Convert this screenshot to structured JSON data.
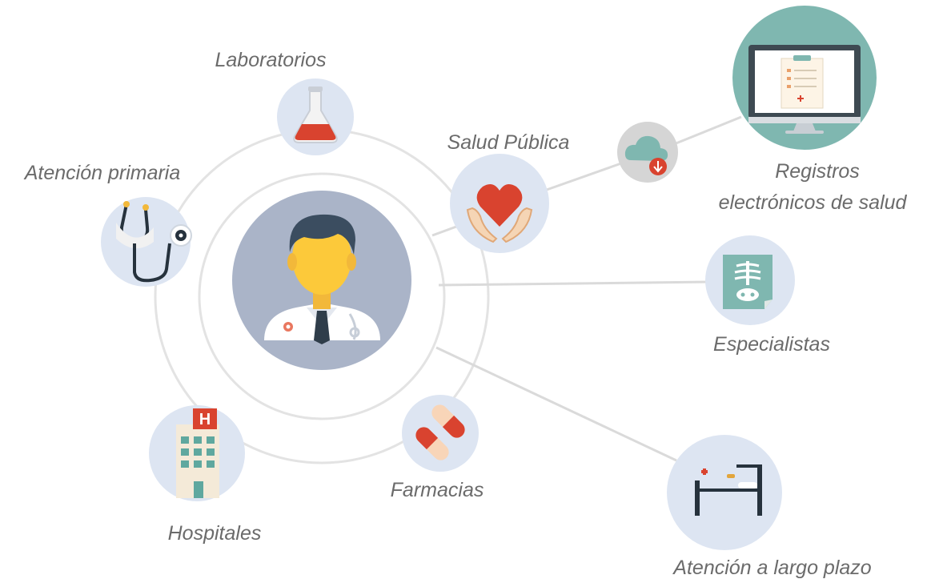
{
  "labels": {
    "laboratorios": "Laboratorios",
    "atencion_primaria": "Atención primaria",
    "salud_publica": "Salud Pública",
    "registros_line1": "Registros",
    "registros_line2": "electrónicos de salud",
    "especialistas": "Especialistas",
    "hospitales": "Hospitales",
    "farmacias": "Farmacias",
    "atencion_largo_plazo": "Atención a largo plazo"
  },
  "hospital_sign": "H",
  "colors": {
    "node_fill": "#dde5f2",
    "center_fill": "#a9b4c8",
    "ring_stroke": "#e2e2e2",
    "connector": "#d8d8d8",
    "label_text": "#6b6b6b",
    "accent_red": "#d9432f",
    "teal": "#7fb7b0",
    "monitor_frame": "#3e4a52"
  },
  "icons": {
    "center": "doctor-icon",
    "laboratorios": "flask-icon",
    "atencion_primaria": "stethoscope-icon",
    "salud_publica": "heart-hands-icon",
    "cloud": "cloud-download-icon",
    "registros": "computer-monitor-icon",
    "especialistas": "xray-icon",
    "hospitales": "hospital-building-icon",
    "farmacias": "pill-capsule-icon",
    "atencion_largo_plazo": "hospital-bed-icon"
  }
}
